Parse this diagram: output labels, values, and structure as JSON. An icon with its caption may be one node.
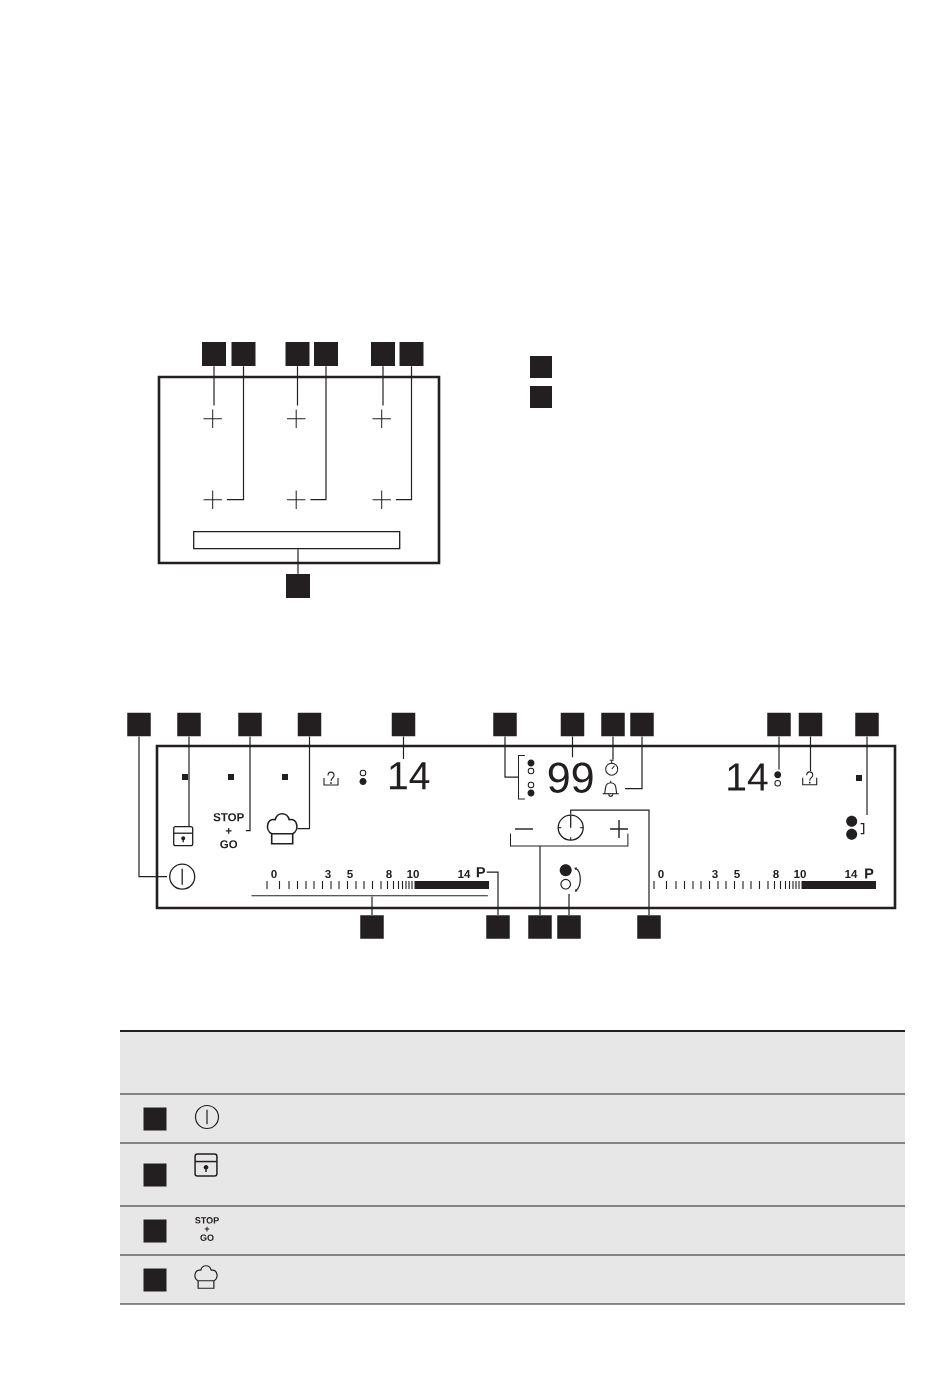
{
  "diagram": {
    "nodes": [
      {
        "text": [],
        "shape": "box"
      },
      {
        "text": [],
        "shape": "box"
      },
      {
        "text": [],
        "shape": "box"
      },
      {
        "text": [],
        "shape": "box"
      },
      {
        "text": [],
        "shape": "box"
      },
      {
        "text": [],
        "shape": "box"
      },
      {
        "text": [],
        "shape": "box"
      },
      {
        "text": [],
        "shape": "box"
      },
      {
        "text": [],
        "shape": "box"
      },
      {
        "text": [],
        "shape": "cross",
        "in": 8
      },
      {
        "text": [],
        "shape": "cross",
        "in": 8
      },
      {
        "text": [],
        "shape": "cross",
        "in": 8
      },
      {
        "text": [],
        "shape": "cross",
        "in": 8
      },
      {
        "text": [],
        "shape": "cross",
        "in": 8
      },
      {
        "text": [],
        "shape": "cross",
        "in": 8
      },
      {
        "text": [],
        "shape": "bar",
        "in": 8
      },
      {
        "text": [],
        "shape": "box"
      },
      {
        "text": [],
        "shape": "box"
      },
      {
        "text": [],
        "shape": "box"
      },
      {
        "text": [],
        "shape": "box"
      },
      {
        "text": [],
        "shape": "box"
      },
      {
        "text": [],
        "shape": "box"
      },
      {
        "text": [],
        "shape": "box"
      },
      {
        "text": [],
        "shape": "box"
      },
      {
        "text": [],
        "shape": "box"
      },
      {
        "text": [],
        "shape": "box"
      },
      {
        "text": [],
        "shape": "box"
      },
      {
        "text": [],
        "shape": "box"
      },
      {
        "text": [],
        "shape": "box"
      },
      {
        "text": [],
        "shape": "box"
      },
      {
        "text": [
          "14"
        ],
        "in": 29
      },
      {
        "text": [],
        "shape": "bracket",
        "in": 29
      },
      {
        "text": [
          "99"
        ],
        "in": 29
      },
      {
        "text": [],
        "shape": "icon",
        "in": 29
      },
      {
        "text": [],
        "shape": "icon",
        "in": 29
      },
      {
        "text": [],
        "shape": "icon",
        "in": 29
      },
      {
        "text": [],
        "shape": "icon",
        "in": 29
      },
      {
        "text": [],
        "shape": "icon",
        "in": 29
      },
      {
        "text": [
          "STOP + GO"
        ],
        "in": 29
      },
      {
        "text": [],
        "shape": "icon",
        "in": 29
      },
      {
        "text": [],
        "shape": "icon",
        "in": 29
      },
      {
        "text": [],
        "shape": "icon",
        "in": 29
      },
      {
        "text": [],
        "shape": "bracket",
        "in": 29
      },
      {
        "text": [],
        "shape": "icon",
        "in": 29
      },
      {
        "text": [
          "P"
        ],
        "in": 29
      },
      {
        "text": [],
        "shape": "icon",
        "in": 29
      },
      {
        "text": [],
        "shape": "line",
        "in": 29
      },
      {
        "text": [],
        "shape": "box"
      },
      {
        "text": [],
        "shape": "box"
      },
      {
        "text": [],
        "shape": "box"
      },
      {
        "text": [],
        "shape": "box"
      },
      {
        "text": [],
        "shape": "box"
      },
      {
        "text": [],
        "shape": "box"
      },
      {
        "text": [],
        "shape": "box"
      },
      {
        "text": [],
        "shape": "box"
      },
      {
        "text": [],
        "shape": "box"
      }
    ],
    "edges": [
      {
        "from": 0,
        "to": 9,
        "arrow": "none"
      },
      {
        "from": 1,
        "to": 12,
        "arrow": "none"
      },
      {
        "from": 2,
        "to": 10,
        "arrow": "none"
      },
      {
        "from": 3,
        "to": 13,
        "arrow": "none"
      },
      {
        "from": 4,
        "to": 11,
        "arrow": "none"
      },
      {
        "from": 5,
        "to": 14,
        "arrow": "none"
      },
      {
        "from": 16,
        "to": 15,
        "arrow": "none"
      },
      {
        "from": 17,
        "to": 43,
        "arrow": "none"
      },
      {
        "from": 18,
        "to": 37,
        "arrow": "none"
      },
      {
        "from": 19,
        "to": 38,
        "arrow": "none"
      },
      {
        "from": 20,
        "to": 39,
        "arrow": "none"
      },
      {
        "from": 21,
        "to": 30,
        "arrow": "none"
      },
      {
        "from": 22,
        "to": 31,
        "arrow": "none"
      },
      {
        "from": 23,
        "to": 32,
        "arrow": "none"
      },
      {
        "from": 24,
        "to": 33,
        "arrow": "none"
      },
      {
        "from": 25,
        "to": 34,
        "arrow": "none"
      },
      {
        "from": 26,
        "to": 35,
        "arrow": "none"
      },
      {
        "from": 27,
        "to": 36,
        "arrow": "none"
      },
      {
        "from": 28,
        "to": 41,
        "arrow": "none"
      },
      {
        "from": 47,
        "to": 46,
        "arrow": "none"
      },
      {
        "from": 48,
        "to": 44,
        "arrow": "none"
      },
      {
        "from": 49,
        "to": 42,
        "arrow": "none"
      },
      {
        "from": 50,
        "to": 45,
        "arrow": "none"
      },
      {
        "from": 51,
        "to": 40,
        "arrow": "none"
      }
    ],
    "labels": [
      "14",
      "0",
      "3",
      "5",
      "8",
      "10",
      "14",
      "0",
      "3",
      "5",
      "8",
      "10",
      "14",
      "P",
      "STOP + GO"
    ]
  }
}
